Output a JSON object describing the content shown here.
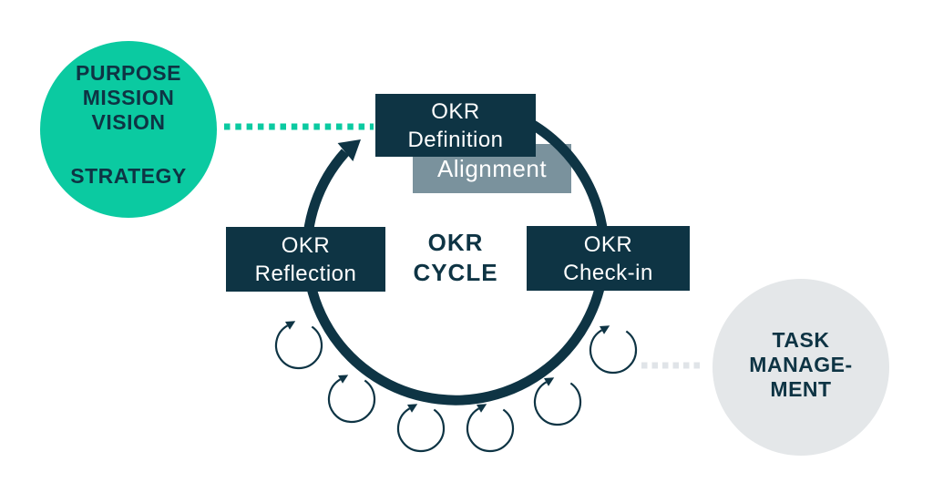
{
  "colors": {
    "navy": "#0E3444",
    "teal": "#0BCAA1",
    "slate_gray": "#7A929D",
    "light_gray": "#E4E7E9",
    "light_gray_dots": "#E0E4E8",
    "box_text": "#FFFFFF"
  },
  "strategy_circle": {
    "line1": "PURPOSE",
    "line2": "MISSION",
    "line3": "VISION",
    "line4": "STRATEGY"
  },
  "okr_cycle": {
    "center_line1": "OKR",
    "center_line2": "CYCLE",
    "definition_box": {
      "line1": "OKR",
      "line2": "Definition"
    },
    "alignment_box": {
      "label": "Alignment"
    },
    "checkin_box": {
      "line1": "OKR",
      "line2": "Check-in"
    },
    "reflection_box": {
      "line1": "OKR",
      "line2": "Reflection"
    },
    "iteration_loop_count": 6
  },
  "task_circle": {
    "line1": "TASK",
    "line2": "MANAGE-",
    "line3": "MENT"
  }
}
